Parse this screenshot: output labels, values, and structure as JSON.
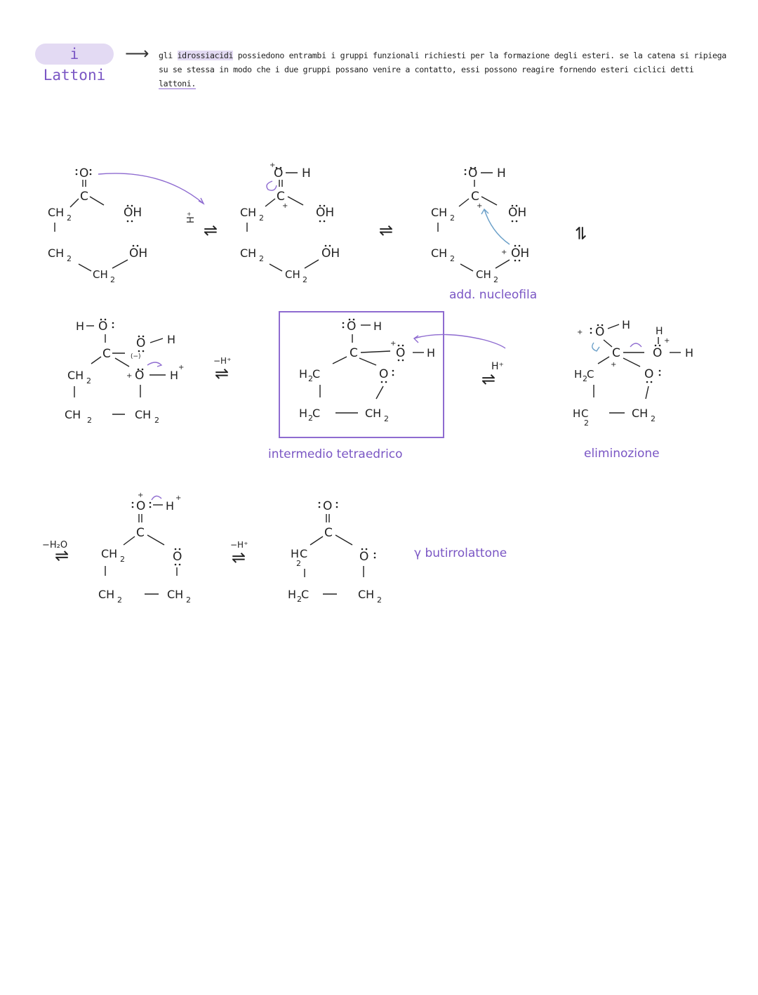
{
  "title": "i Lattoni",
  "intro": {
    "arrow": "⟶",
    "part1": "gli ",
    "highlight": "idrossiacidi",
    "part2": " possiedono entrambi i gruppi funzionali richiesti per la formazione degli esteri. se la catena si ripiega su se stessa in modo che i due gruppi possano venire a contatto, essi possono reagire fornendo esteri ciclici detti ",
    "underlined": "lattoni."
  },
  "labels": {
    "nucleophilic_addition": "add. nucleofila",
    "tetrahedral_intermediate": "intermedio tetraedrico",
    "elimination": "eliminozione",
    "product": "γ butirrolattone"
  },
  "reagents": {
    "h_plus": "H⁺",
    "minus_h_plus": "−H⁺",
    "minus_h2o": "−H₂O",
    "equilibrium": "⇌"
  },
  "groups": {
    "ch2": "CH",
    "h2c": "H",
    "c": "C",
    "o": "O",
    "oh": "OH",
    "h": "H",
    "sub2": "2",
    "plus": "+",
    "minus_charge": "(−)"
  },
  "colors": {
    "accent": "#8e6bd0",
    "pill": "#e3daf3",
    "arrow_blue": "#6a9fc8"
  }
}
